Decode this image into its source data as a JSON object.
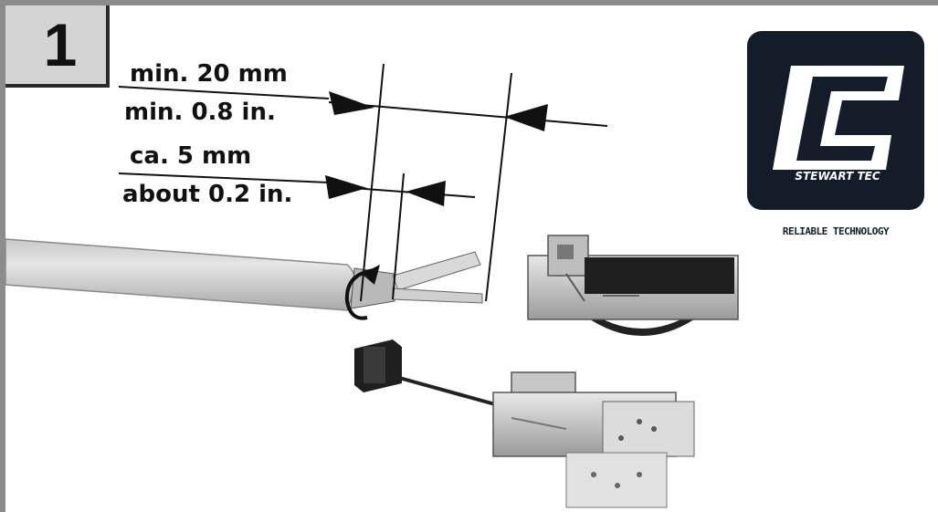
{
  "step": {
    "number": "1"
  },
  "dimensions": {
    "strip_length_metric": "min. 20 mm",
    "strip_length_imperial": "min. 0.8 in.",
    "shield_length_metric": "ca. 5 mm",
    "shield_length_imperial": "about 0.2 in."
  },
  "logo": {
    "brand": "STEWART TEC",
    "tagline": "RELIABLE TECHNOLOGY"
  },
  "colors": {
    "frame": "#8c8c8c",
    "badge": "#d4d4d4",
    "logo_bg": "#141c29",
    "cable": "#d6d6d6",
    "ink": "#111111"
  }
}
